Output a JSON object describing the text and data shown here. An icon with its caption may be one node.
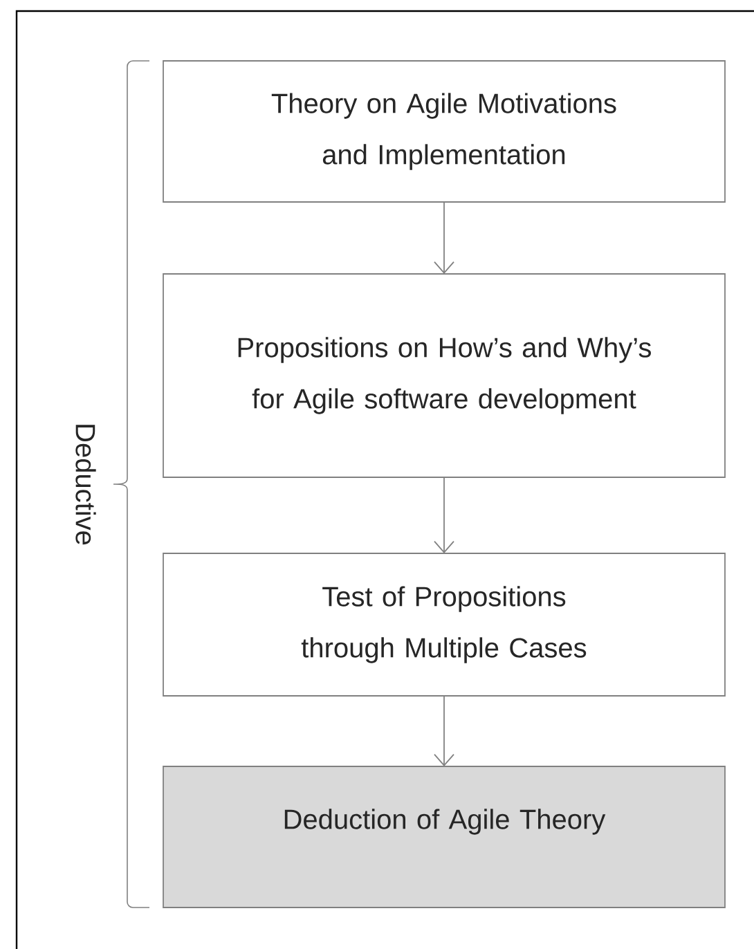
{
  "diagram": {
    "nodes": [
      {
        "text": [
          "Theory on Agile Motivations and Implementation"
        ]
      },
      {
        "text": [
          "Propositions on How’s and Why’s for Agile software development"
        ]
      },
      {
        "text": [
          "Test of Propositions through Multiple Cases"
        ]
      },
      {
        "text": [
          "Deduction of  Agile Theory"
        ]
      }
    ],
    "edges": [
      {
        "from": 0,
        "to": 1,
        "arrow": "to"
      },
      {
        "from": 1,
        "to": 2,
        "arrow": "to"
      },
      {
        "from": 2,
        "to": 3,
        "arrow": "to"
      }
    ],
    "labels": [
      "Deductive"
    ]
  }
}
